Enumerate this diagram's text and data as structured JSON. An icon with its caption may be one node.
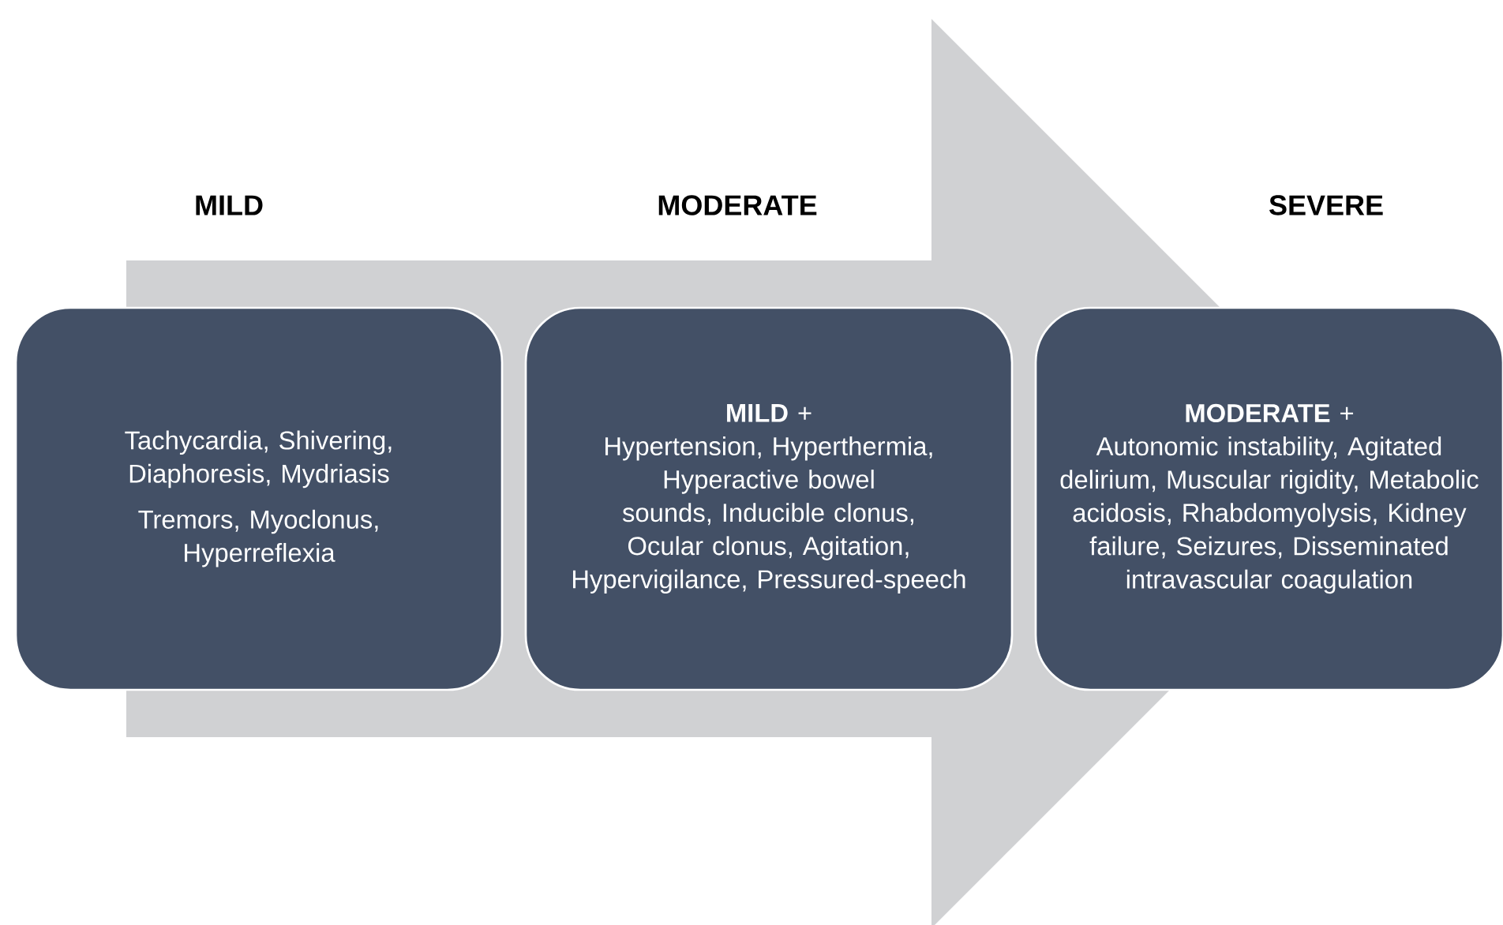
{
  "diagram": {
    "nodes": [
      {
        "text": [
          "Tachycardia, Shivering, Diaphoresis, Mydriasis",
          "Tremors, Myoclonus, Hyperreflexia"
        ]
      },
      {
        "text": [
          "**MILD** +",
          "Hypertension, Hyperthermia, Hyperactive bowel sounds, Inducible clonus, Ocular clonus, Agitation, Hypervigilance, Pressured-speech"
        ]
      },
      {
        "text": [
          "**MODERATE** +",
          "Autonomic instability, Agitated delirium, Muscular rigidity, Metabolic acidosis, Rhabdomyolysis, Kidney failure, Seizures, Disseminated intravascular coagulation"
        ]
      }
    ],
    "edges": [
      {
        "from": 0,
        "to": 2,
        "arrow": "to"
      }
    ],
    "labels": [
      "MILD",
      "MODERATE",
      "SEVERE"
    ]
  }
}
